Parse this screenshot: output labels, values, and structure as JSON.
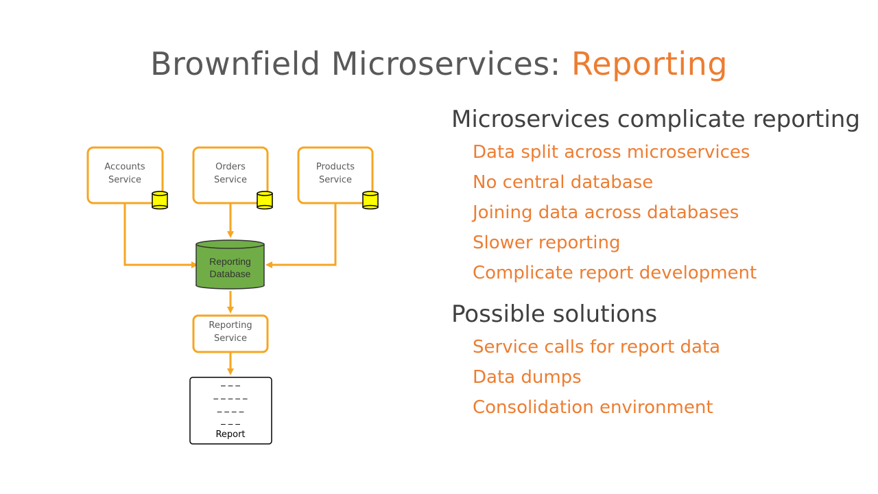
{
  "title": {
    "main": "Brownfield Microservices: ",
    "accent": "Reporting"
  },
  "colors": {
    "accent": "#ED7D31",
    "connector": "#F5A623",
    "box_border": "#F5A623",
    "db_fill": "#70AD47",
    "cylinder_fill": "#FFFF00",
    "title_gray": "#595959"
  },
  "sections": [
    {
      "heading": "Microservices complicate reporting",
      "items": [
        "Data split across microservices",
        "No central database",
        "Joining data across databases",
        "Slower reporting",
        "Complicate report development"
      ]
    },
    {
      "heading": "Possible solutions",
      "items": [
        "Service calls for report data",
        "Data dumps",
        "Consolidation environment"
      ]
    }
  ],
  "diagram": {
    "services": [
      {
        "line1": "Accounts",
        "line2": "Service"
      },
      {
        "line1": "Orders",
        "line2": "Service"
      },
      {
        "line1": "Products",
        "line2": "Service"
      }
    ],
    "reporting_db": {
      "line1": "Reporting",
      "line2": "Database"
    },
    "reporting_service": {
      "line1": "Reporting",
      "line2": "Service"
    },
    "report": {
      "label": "Report",
      "placeholder_lines": [
        "_ _ _",
        "_ _ _ _ _",
        "_ _ _ _",
        "_ _ _"
      ]
    }
  }
}
